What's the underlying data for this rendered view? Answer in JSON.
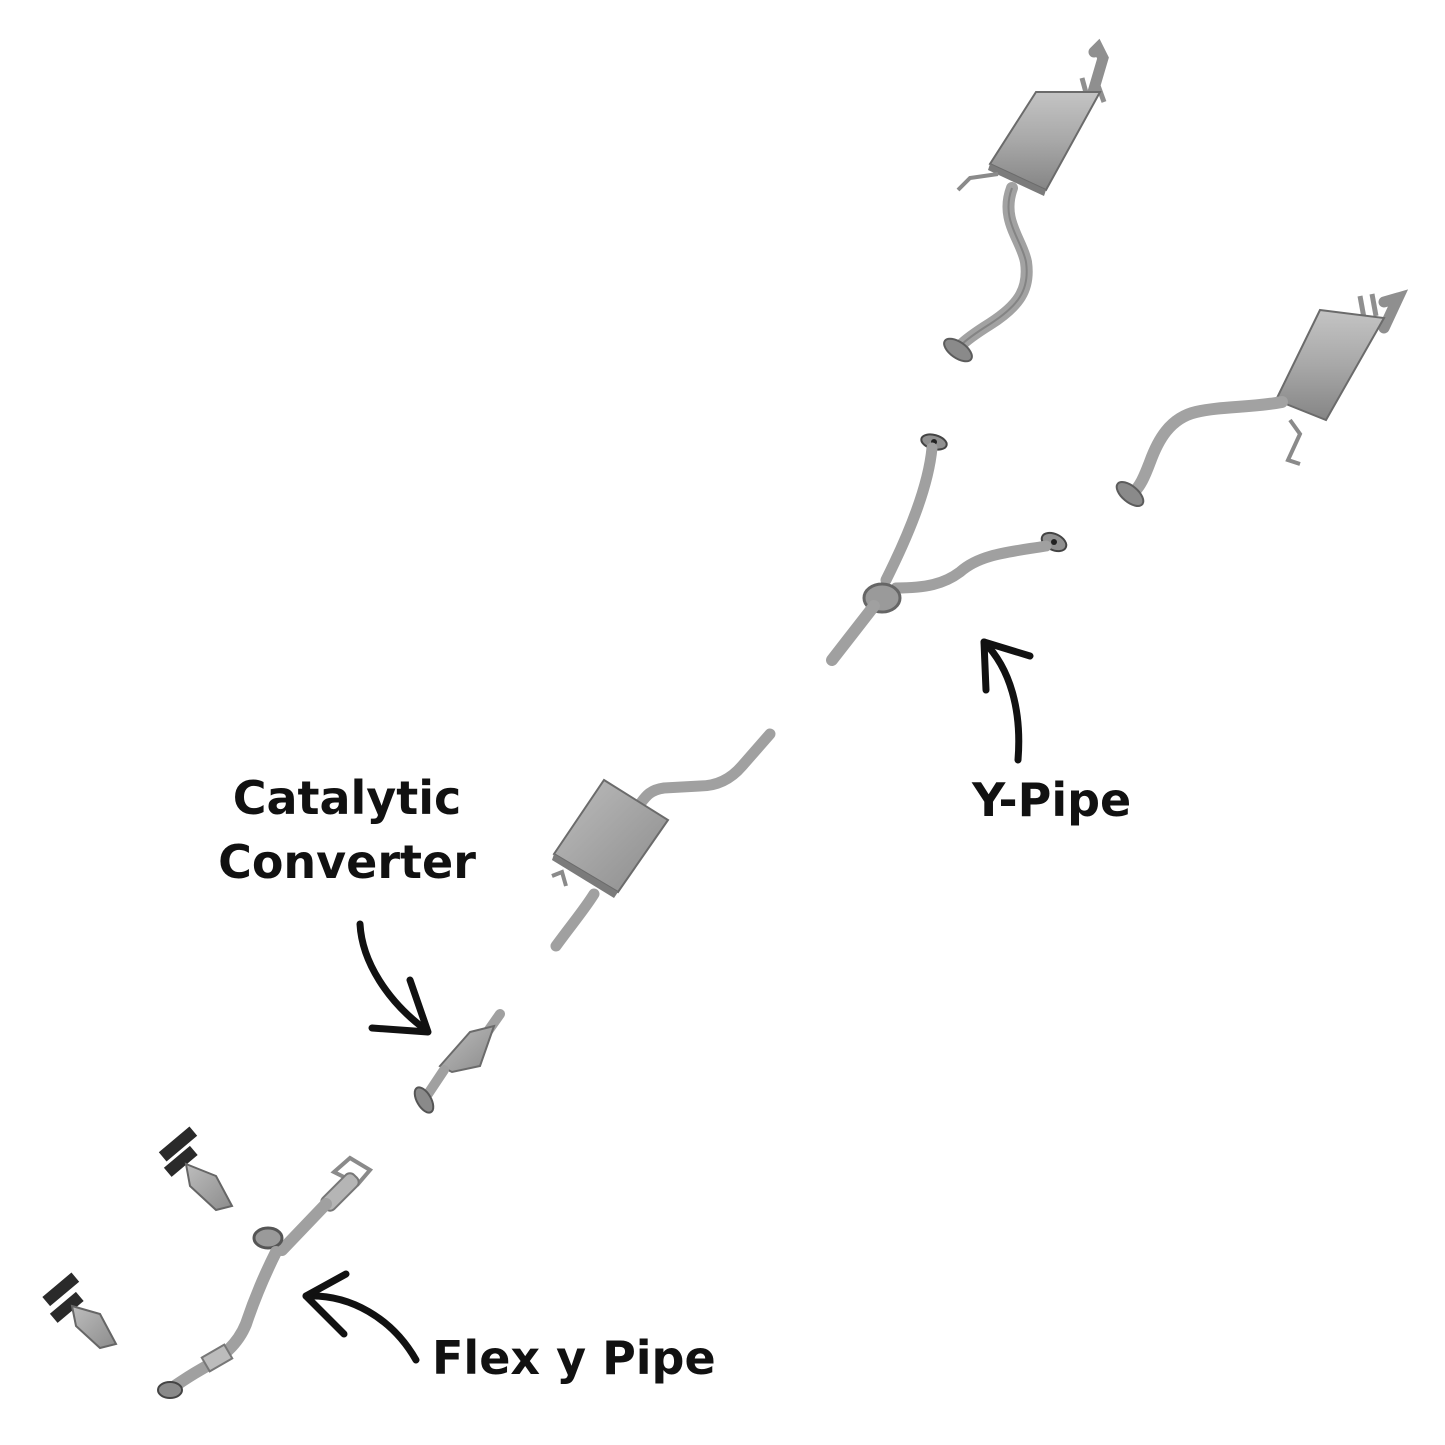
{
  "labels": {
    "catalytic_converter_line1": "Catalytic",
    "catalytic_converter_line2": "Converter",
    "y_pipe": "Y-Pipe",
    "flex_y_pipe": "Flex y Pipe"
  },
  "colors": {
    "part_fill": "#a9a9a9",
    "part_shade": "#7d7d7d",
    "pipe": "#979797",
    "outline": "#5c5c5c",
    "label": "#111111",
    "arrow": "#111111"
  },
  "icons": {
    "arrow": "curved-arrow-icon"
  }
}
